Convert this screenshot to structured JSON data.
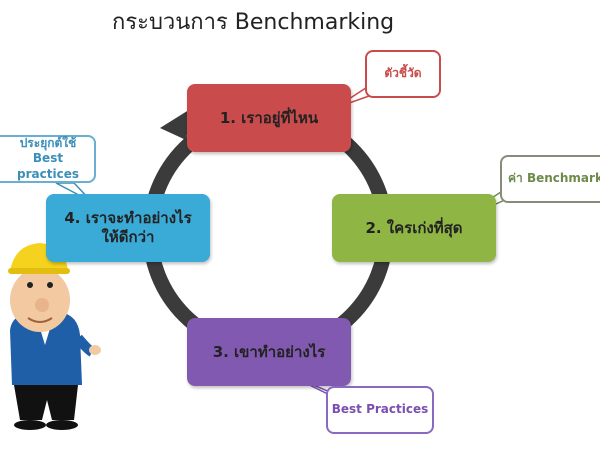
{
  "title": "กระบวนการ Benchmarking",
  "steps": [
    {
      "label": "1. เราอยู่ที่ไหน",
      "color": "#c94b4b"
    },
    {
      "label": "2. ใครเก่งที่สุด",
      "color": "#8fb545"
    },
    {
      "label": "3. เขาทำอย่างไร",
      "color": "#8259b0"
    },
    {
      "label": "4. เราจะทำอย่างไร ให้ดีกว่า",
      "color": "#3aaad6"
    }
  ],
  "callouts": [
    {
      "text": "ตัวชี้วัด",
      "color": "#c94b4b"
    },
    {
      "text": "ค่า Benchmarking",
      "color": "#6e8a4a"
    },
    {
      "text": "Best Practices",
      "color": "#7a4fb0"
    },
    {
      "text": "ประยุกต์ใช้ Best practices",
      "color": "#3a8fb8"
    }
  ],
  "ring_color": "#3b3b3b"
}
